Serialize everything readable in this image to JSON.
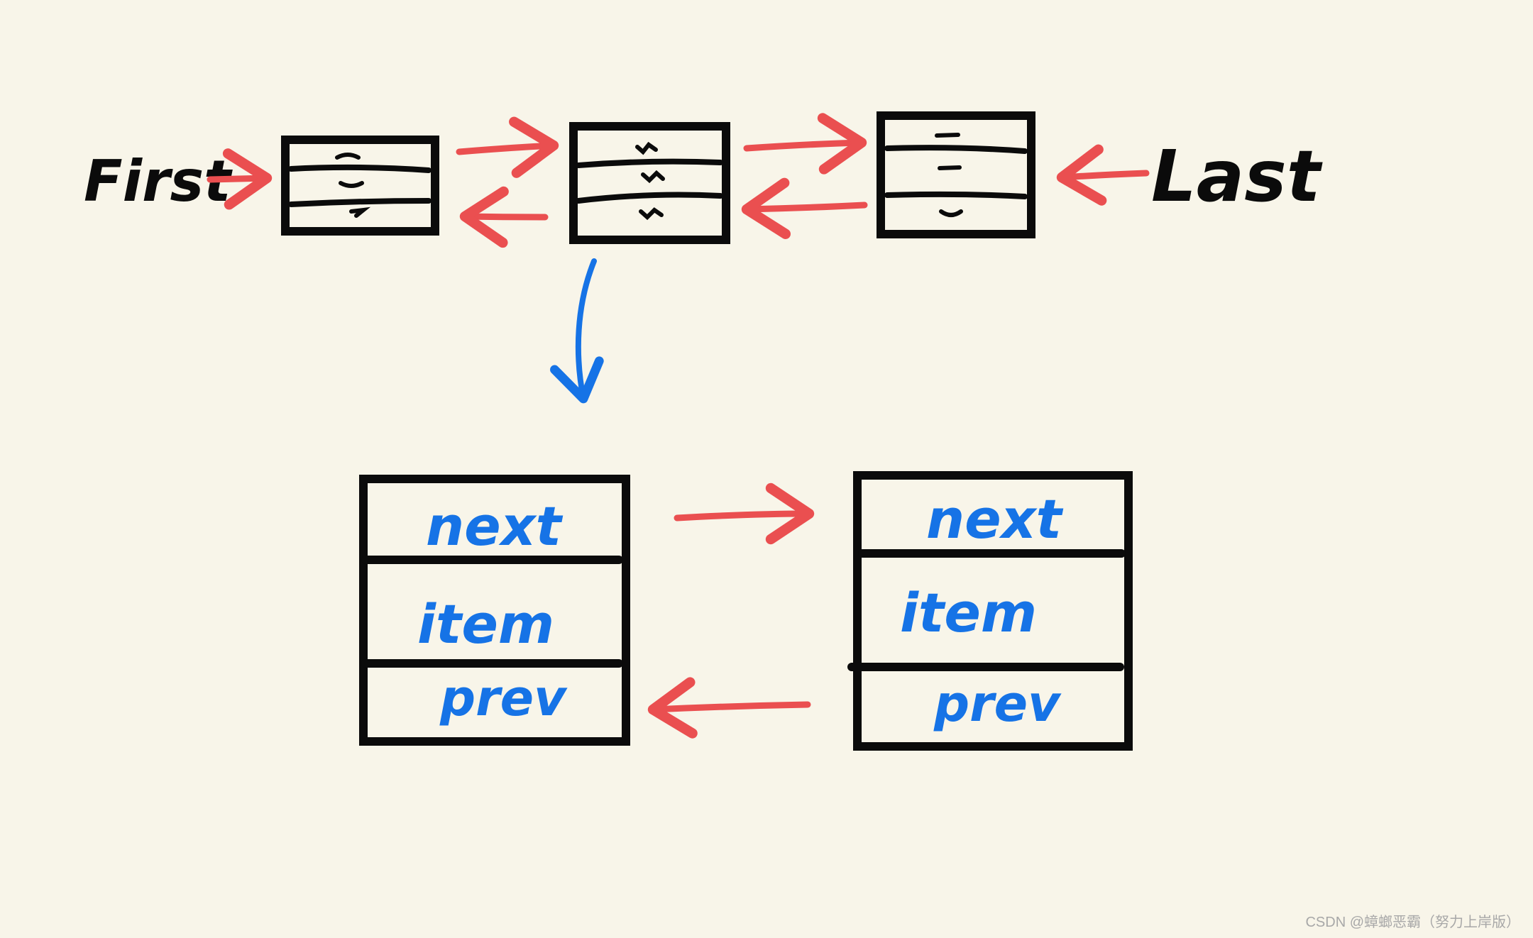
{
  "diagram": {
    "top_row": {
      "first_label": "First",
      "last_label": "Last"
    },
    "detail": {
      "node_left": {
        "fields": [
          "next",
          "item",
          "prev"
        ]
      },
      "node_right": {
        "fields": [
          "next",
          "item",
          "prev"
        ]
      }
    }
  },
  "watermark": "CSDN @蟑螂恶霸（努力上岸版）",
  "colors": {
    "background": "#f8f5e9",
    "box_stroke": "#0b0b0b",
    "link_arrow": "#ea4f50",
    "detail_arrow": "#1673e6",
    "field_text": "#1673e6"
  }
}
